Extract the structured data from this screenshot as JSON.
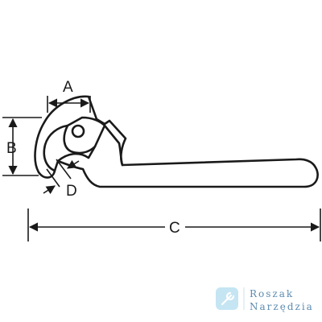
{
  "dimensions": {
    "a": "A",
    "b": "B",
    "c": "C",
    "d": "D"
  },
  "watermark": {
    "line1": "Roszak",
    "line2": "Narzędzia",
    "icon": "wrench-icon",
    "icon_color": "#bfe3f2",
    "text_color": "#4a7fa8"
  },
  "colors": {
    "outline": "#1a1a1a",
    "background": "#ffffff"
  }
}
